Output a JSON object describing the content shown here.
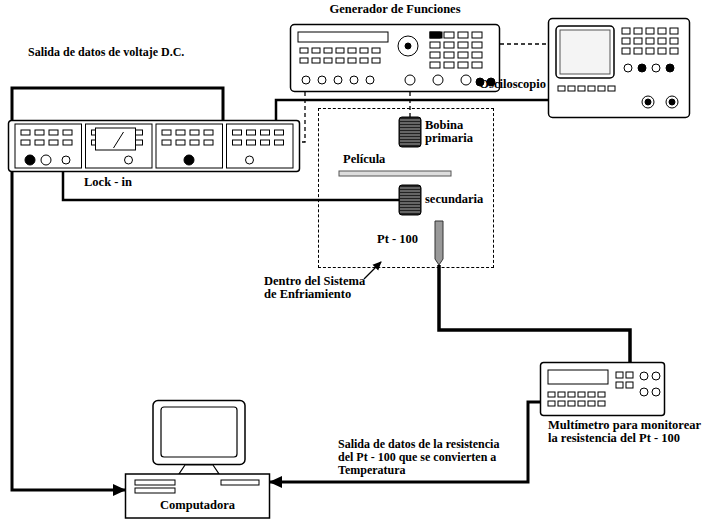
{
  "diagram": {
    "nodes": [
      {
        "text": [
          "Generador de Funciones"
        ]
      },
      {
        "text": [
          "Osciloscopio"
        ]
      },
      {
        "text": [
          "Lock - in"
        ]
      },
      {
        "text": [
          "Dentro del Sistema de Enfriamiento"
        ]
      },
      {
        "text": [
          "Bobina primaria"
        ],
        "in": 3
      },
      {
        "text": [
          "Película"
        ],
        "in": 3
      },
      {
        "text": [
          "secundaria"
        ],
        "in": 3
      },
      {
        "text": [
          "Pt - 100"
        ],
        "in": 3
      },
      {
        "text": [
          "Computadora"
        ]
      },
      {
        "text": [
          "Multímetro para monitorear la resistencia del Pt - 100"
        ]
      }
    ],
    "edges": [
      {
        "from": 0,
        "to": 1,
        "arrow": "none"
      },
      {
        "from": 0,
        "to": 2,
        "arrow": "none"
      },
      {
        "from": 0,
        "to": 4,
        "arrow": "none"
      },
      {
        "from": 2,
        "to": 1,
        "arrow": "none"
      },
      {
        "from": 6,
        "to": 2,
        "arrow": "none"
      },
      {
        "from": 2,
        "to": 8,
        "arrow": "to",
        "label": "Salida de datos de voltaje D.C."
      },
      {
        "from": 7,
        "to": 9,
        "arrow": "none"
      },
      {
        "from": 9,
        "to": 8,
        "arrow": "to",
        "label": "Salida de datos de la resistencia del Pt - 100 que se convierten a Temperatura"
      }
    ]
  }
}
